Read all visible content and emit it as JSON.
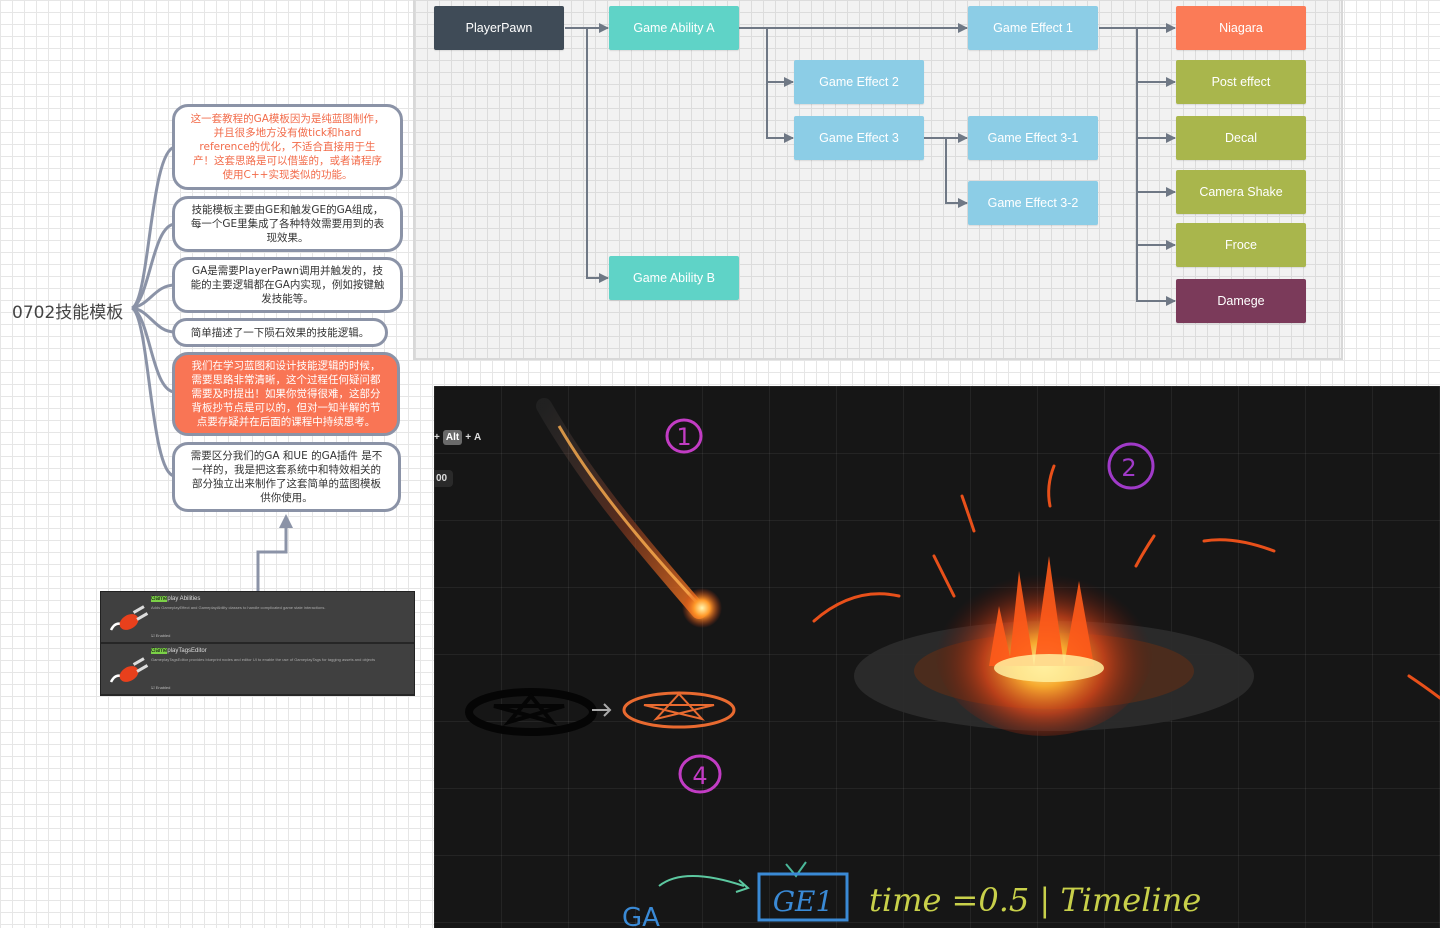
{
  "mindmap": {
    "root": "0702技能模板",
    "nodes": [
      {
        "text": "这一套教程的GA模板因为是纯蓝图制作，并且很多地方没有做tick和hard reference的优化，不适合直接用于生产！这套思路是可以借鉴的，或者请程序使用C++实现类似的功能。",
        "style": "red-text"
      },
      {
        "text": "技能模板主要由GE和触发GE的GA组成，每一个GE里集成了各种特效需要用到的表现效果。",
        "style": "normal"
      },
      {
        "text": "GA是需要PlayerPawn调用并触发的，技能的主要逻辑都在GA内实现，例如按键触发技能等。",
        "style": "normal"
      },
      {
        "text": "简单描述了一下陨石效果的技能逻辑。",
        "style": "normal"
      },
      {
        "text": "我们在学习蓝图和设计技能逻辑的时候，需要思路非常清晰，这个过程任何疑问都需要及时提出！如果你觉得很难，这部分背板抄节点是可以的，但对一知半解的节点要存疑并在后面的课程中持续思考。",
        "style": "orange"
      },
      {
        "text": "需要区分我们的GA 和UE 的GA插件 是不一样的，我是把这套系统中和特效相关的部分独立出来制作了这套简单的蓝图模板供你使用。",
        "style": "normal"
      }
    ]
  },
  "plugins": [
    {
      "name_hl": "Game",
      "name_rest": "play Abilities",
      "desc": "Adds GameplayEffect and GameplayAbility classes to handle complicated game state interactions.",
      "enabled": "Enabled"
    },
    {
      "name_hl": "Game",
      "name_rest": "playTagsEditor",
      "desc": "GameplayTagsEditor provides blueprint nodes and editor UI to enable the use of GameplayTags for tagging assets and objects",
      "enabled": "Enabled"
    }
  ],
  "flow": {
    "player_pawn": "PlayerPawn",
    "ability_a": "Game Ability A",
    "ability_b": "Game Ability B",
    "effect_1": "Game Effect 1",
    "effect_2": "Game Effect 2",
    "effect_3": "Game Effect 3",
    "effect_3_1": "Game Effect 3-1",
    "effect_3_2": "Game Effect 3-2",
    "niagara": "Niagara",
    "post_effect": "Post effect",
    "decal": "Decal",
    "camera_shake": "Camera Shake",
    "froce": "Froce",
    "damege": "Damege",
    "colors": {
      "dark": "#3f4b57",
      "teal": "#5fd3c7",
      "blue": "#8ccde6",
      "orange": "#fb7b57",
      "olive": "#a9b64c",
      "plum": "#7b3a5a",
      "line": "#6f7885"
    }
  },
  "vfx": {
    "shortcut_mod": "Alt",
    "shortcut_key": "A",
    "badge": "00",
    "mark_1": "1",
    "mark_2": "2",
    "mark_4": "4",
    "note_ga": "GA",
    "note_ge": "GE1",
    "note_time": "time =0.5 | Timeline"
  }
}
